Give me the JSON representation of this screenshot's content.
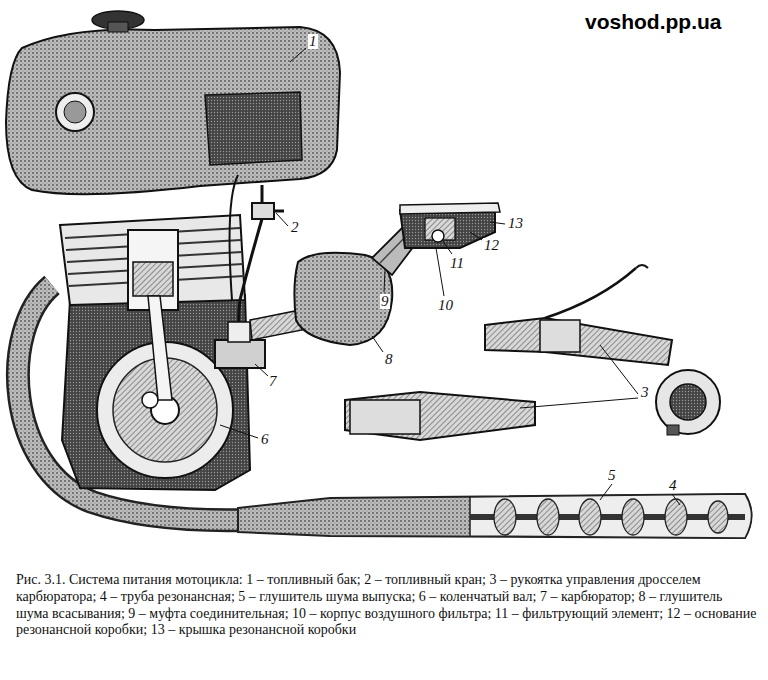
{
  "diagram": {
    "caption": "Рис. 3.1. Система питания мотоцикла: 1 – топливный бак; 2 – топливный кран; 3 – рукоятка управления дросселем карбюратора; 4 – труба резонансная; 5 – глушитель шума выпуска; 6 – коленчатый вал; 7 – карбюратор; 8 – глушитель шума всасывания; 9 – муфта соединительная; 10 – корпус воздушного фильтра; 11 – фильтрующий элемент; 12 – основание резонансной коробки; 13 – крышка резонансной коробки",
    "labels": [
      "voshod.pp.ua",
      "1",
      "2",
      "13",
      "12",
      "11",
      "10",
      "9",
      "8",
      "7",
      "6",
      "3",
      "5",
      "4"
    ]
  }
}
